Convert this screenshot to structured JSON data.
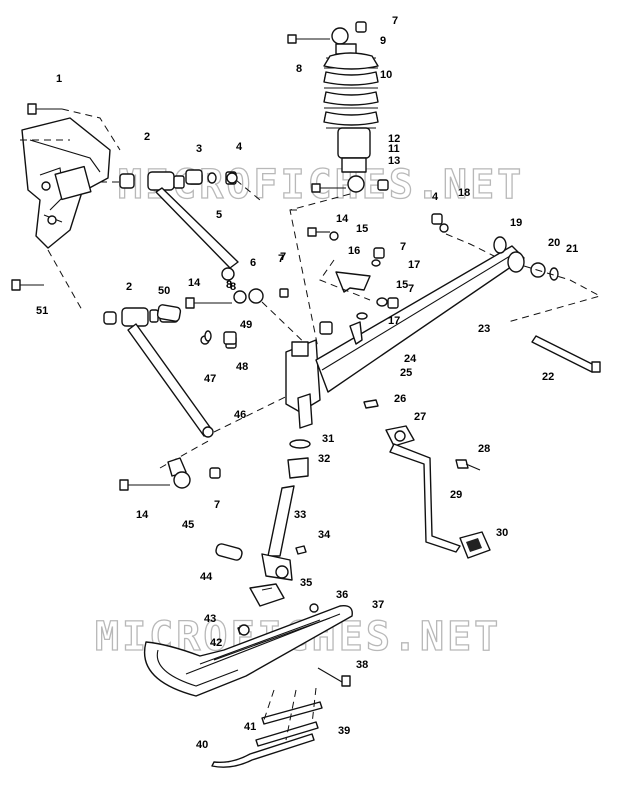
{
  "diagram": {
    "watermark": "MICROFICHES.NET",
    "callouts": [
      {
        "id": "c1",
        "label": "1"
      },
      {
        "id": "c2a",
        "label": "2"
      },
      {
        "id": "c3",
        "label": "3"
      },
      {
        "id": "c4a",
        "label": "4"
      },
      {
        "id": "c5",
        "label": "5"
      },
      {
        "id": "c6",
        "label": "6"
      },
      {
        "id": "c7a",
        "label": "7"
      },
      {
        "id": "c8a",
        "label": "8"
      },
      {
        "id": "c9",
        "label": "9"
      },
      {
        "id": "c10",
        "label": "10"
      },
      {
        "id": "c11",
        "label": "11"
      },
      {
        "id": "c12",
        "label": "12"
      },
      {
        "id": "c13",
        "label": "13"
      },
      {
        "id": "c7b",
        "label": "7"
      },
      {
        "id": "c8b",
        "label": "8"
      },
      {
        "id": "c4b",
        "label": "4"
      },
      {
        "id": "c18",
        "label": "18"
      },
      {
        "id": "c19",
        "label": "19"
      },
      {
        "id": "c20",
        "label": "20"
      },
      {
        "id": "c21",
        "label": "21"
      },
      {
        "id": "c14a",
        "label": "14"
      },
      {
        "id": "c15a",
        "label": "15"
      },
      {
        "id": "c16",
        "label": "16"
      },
      {
        "id": "c7c",
        "label": "7"
      },
      {
        "id": "c17a",
        "label": "17"
      },
      {
        "id": "c15b",
        "label": "15"
      },
      {
        "id": "c7d",
        "label": "7"
      },
      {
        "id": "c17b",
        "label": "17"
      },
      {
        "id": "c23",
        "label": "23"
      },
      {
        "id": "c24",
        "label": "24"
      },
      {
        "id": "c25",
        "label": "25"
      },
      {
        "id": "c22",
        "label": "22"
      },
      {
        "id": "c51",
        "label": "51"
      },
      {
        "id": "c2b",
        "label": "2"
      },
      {
        "id": "c50",
        "label": "50"
      },
      {
        "id": "c14b",
        "label": "14"
      },
      {
        "id": "c8c",
        "label": "8"
      },
      {
        "id": "c7e",
        "label": "7"
      },
      {
        "id": "c49",
        "label": "49"
      },
      {
        "id": "c48",
        "label": "48"
      },
      {
        "id": "c47",
        "label": "47"
      },
      {
        "id": "c46",
        "label": "46"
      },
      {
        "id": "c26",
        "label": "26"
      },
      {
        "id": "c27",
        "label": "27"
      },
      {
        "id": "c28",
        "label": "28"
      },
      {
        "id": "c31",
        "label": "31"
      },
      {
        "id": "c32",
        "label": "32"
      },
      {
        "id": "c29",
        "label": "29"
      },
      {
        "id": "c14c",
        "label": "14"
      },
      {
        "id": "c45",
        "label": "45"
      },
      {
        "id": "c7f",
        "label": "7"
      },
      {
        "id": "c33",
        "label": "33"
      },
      {
        "id": "c30",
        "label": "30"
      },
      {
        "id": "c34",
        "label": "34"
      },
      {
        "id": "c44",
        "label": "44"
      },
      {
        "id": "c35",
        "label": "35"
      },
      {
        "id": "c36",
        "label": "36"
      },
      {
        "id": "c37",
        "label": "37"
      },
      {
        "id": "c43",
        "label": "43"
      },
      {
        "id": "c42",
        "label": "42"
      },
      {
        "id": "c38",
        "label": "38"
      },
      {
        "id": "c41",
        "label": "41"
      },
      {
        "id": "c39",
        "label": "39"
      },
      {
        "id": "c40",
        "label": "40"
      }
    ]
  }
}
